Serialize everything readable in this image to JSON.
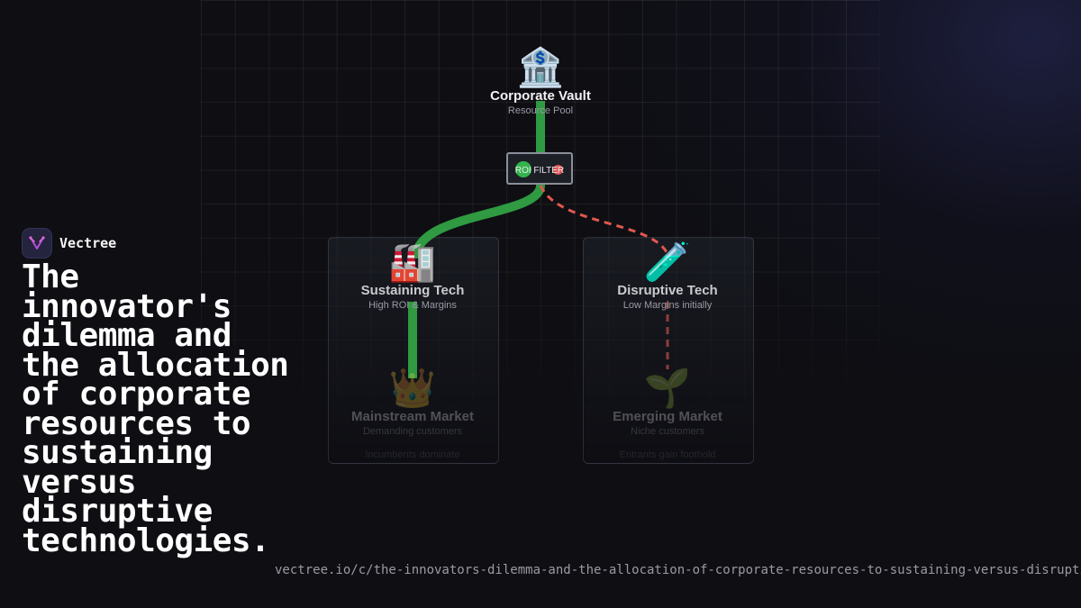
{
  "brand": {
    "name": "Vectree",
    "logo_icon": "vectree-logo-icon"
  },
  "headline": "The innovator's dilemma and the allocation of corporate resources to sustaining versus disruptive technologies.",
  "url": "vectree.io/c/the-innovators-dilemma-and-the-allocation-of-corporate-resources-to-sustaining-versus-disrupti",
  "diagram": {
    "vault": {
      "icon": "🏦",
      "icon_name": "bank-icon",
      "title": "Corporate Vault",
      "subtitle": "Resource Pool"
    },
    "filter": {
      "label": "ROI FILTER"
    },
    "sustaining": {
      "icon": "🏭",
      "icon_name": "factory-icon",
      "title": "Sustaining Tech",
      "subtitle": "High ROI & Margins"
    },
    "disruptive": {
      "icon": "🧪",
      "icon_name": "test-tube-icon",
      "title": "Disruptive Tech",
      "subtitle": "Low Margins initially"
    },
    "mainstream": {
      "icon": "👑",
      "icon_name": "crown-icon",
      "title": "Mainstream Market",
      "subtitle": "Demanding customers",
      "caption": "Incumbents dominate"
    },
    "emerging": {
      "icon": "🌱",
      "icon_name": "seedling-icon",
      "title": "Emerging Market",
      "subtitle": "Niche customers",
      "caption": "Entrants gain foothold"
    },
    "colors": {
      "funded": "#2f9a41",
      "starved": "#e0584f"
    }
  }
}
